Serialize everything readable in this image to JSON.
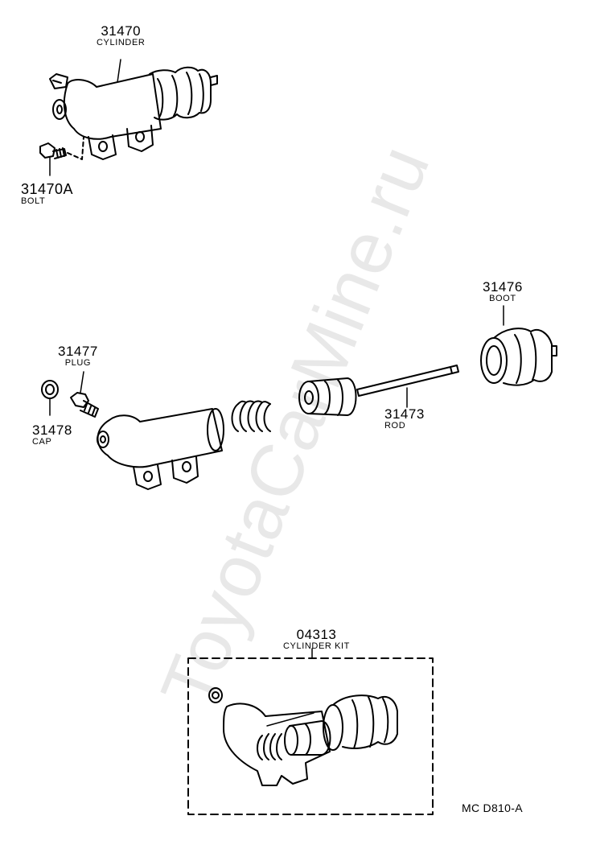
{
  "watermark": "ToyotaCarMine.ru",
  "diagram_code": "MC D810-A",
  "parts": {
    "cylinder": {
      "number": "31470",
      "name": "CYLINDER"
    },
    "bolt": {
      "number": "31470A",
      "name": "BOLT"
    },
    "boot": {
      "number": "31476",
      "name": "BOOT"
    },
    "plug": {
      "number": "31477",
      "name": "PLUG"
    },
    "cap": {
      "number": "31478",
      "name": "CAP"
    },
    "rod": {
      "number": "31473",
      "name": "ROD"
    },
    "kit": {
      "number": "04313",
      "name": "CYLINDER KIT"
    }
  }
}
